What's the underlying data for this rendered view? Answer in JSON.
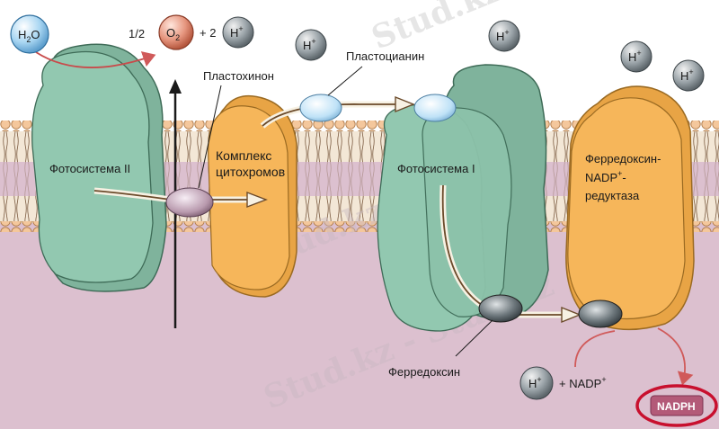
{
  "labels": {
    "h2o": "H",
    "h2o_sub": "2",
    "h2o_tail": "O",
    "half": "1/2",
    "o2": "O",
    "o2_sub": "2",
    "plus2": "+ 2",
    "h": "H",
    "plus_sign": "+",
    "plastoquinone": "Пластохинон",
    "plastocyanin": "Пластоцианин",
    "photosystem2": "Фотосистема II",
    "cytochrome_line1": "Комплекс",
    "cytochrome_line2": "цитохромов",
    "photosystem1": "Фотосистема I",
    "fnr_line1": "Ферредоксин-",
    "fnr_line2_a": "NADP",
    "fnr_line2_b": "-",
    "fnr_line3": "редуктаза",
    "ferredoxin": "Ферредоксин",
    "nadp_text": "+ NADP",
    "nadph": "NADPH"
  },
  "watermark": {
    "text": "Stud.kz - Stud.kz"
  },
  "colors": {
    "stroma": "#dcc0cf",
    "lumen": "#ffffff",
    "membrane_head": "#f4c79c",
    "photosystem": "#8fc4ae",
    "cytochrome": "#f6b65a",
    "nadph_badge": "#b35a78",
    "highlight": "#c8102e"
  }
}
